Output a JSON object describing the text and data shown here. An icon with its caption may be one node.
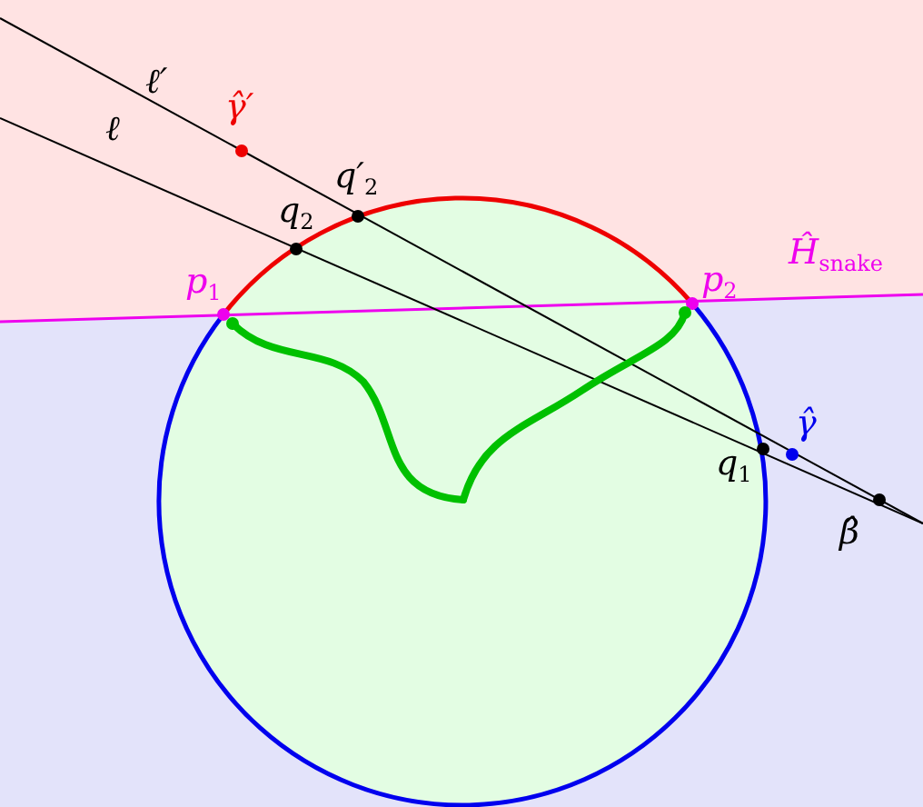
{
  "diagram": {
    "labels": [
      "ℓ′",
      "γ̂′",
      "ℓ",
      "q′$_{2}$",
      "q$_{2}$",
      "Ĥ$_{snake}$",
      "p$_{1}$",
      "p$_{2}$",
      "γ̂",
      "q$_{1}$",
      "β̂"
    ]
  }
}
